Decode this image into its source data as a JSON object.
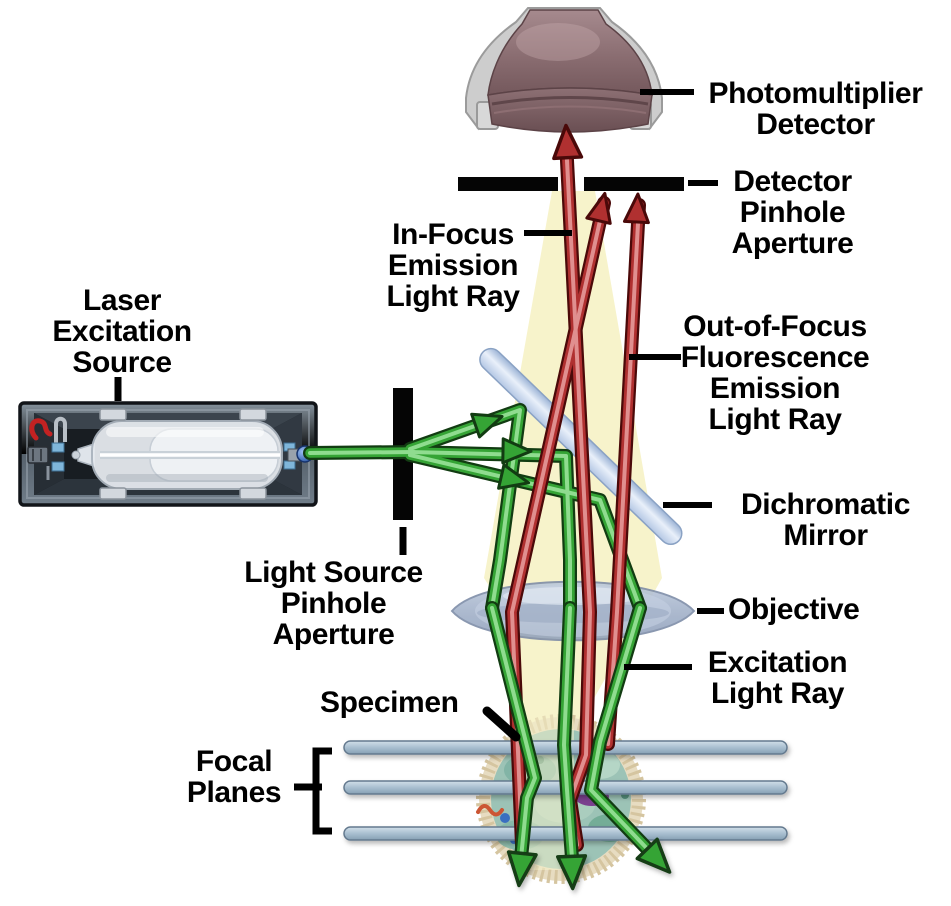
{
  "colors": {
    "excitation_ray_green": "#35a435",
    "emission_ray_red": "#b03030",
    "glow_yellow": "#f7f3cb",
    "mirror_blue": "#c9d9ef",
    "pinhole_black": "#050505",
    "detector_mauve": "#8a6d71",
    "focal_plane_gray_blue": "#a9bfd0"
  },
  "labels": {
    "photomultiplier_detector": {
      "lines": [
        "Photomultiplier",
        "Detector"
      ]
    },
    "detector_pinhole_aperture": {
      "lines": [
        "Detector",
        "Pinhole",
        "Aperture"
      ]
    },
    "in_focus_emission": {
      "lines": [
        "In-Focus",
        "Emission",
        "Light Ray"
      ]
    },
    "out_of_focus_emission": {
      "lines": [
        "Out-of-Focus",
        "Fluorescence",
        "Emission",
        "Light Ray"
      ]
    },
    "dichromatic_mirror": {
      "lines": [
        "Dichromatic",
        "Mirror"
      ]
    },
    "laser_excitation_source": {
      "lines": [
        "Laser",
        "Excitation",
        "Source"
      ]
    },
    "light_source_pinhole": {
      "lines": [
        "Light Source",
        "Pinhole",
        "Aperture"
      ]
    },
    "objective": {
      "lines": [
        "Objective"
      ]
    },
    "excitation_light_ray": {
      "lines": [
        "Excitation",
        "Light Ray"
      ]
    },
    "specimen": {
      "lines": [
        "Specimen"
      ]
    },
    "focal_planes": {
      "lines": [
        "Focal",
        "Planes"
      ]
    }
  }
}
